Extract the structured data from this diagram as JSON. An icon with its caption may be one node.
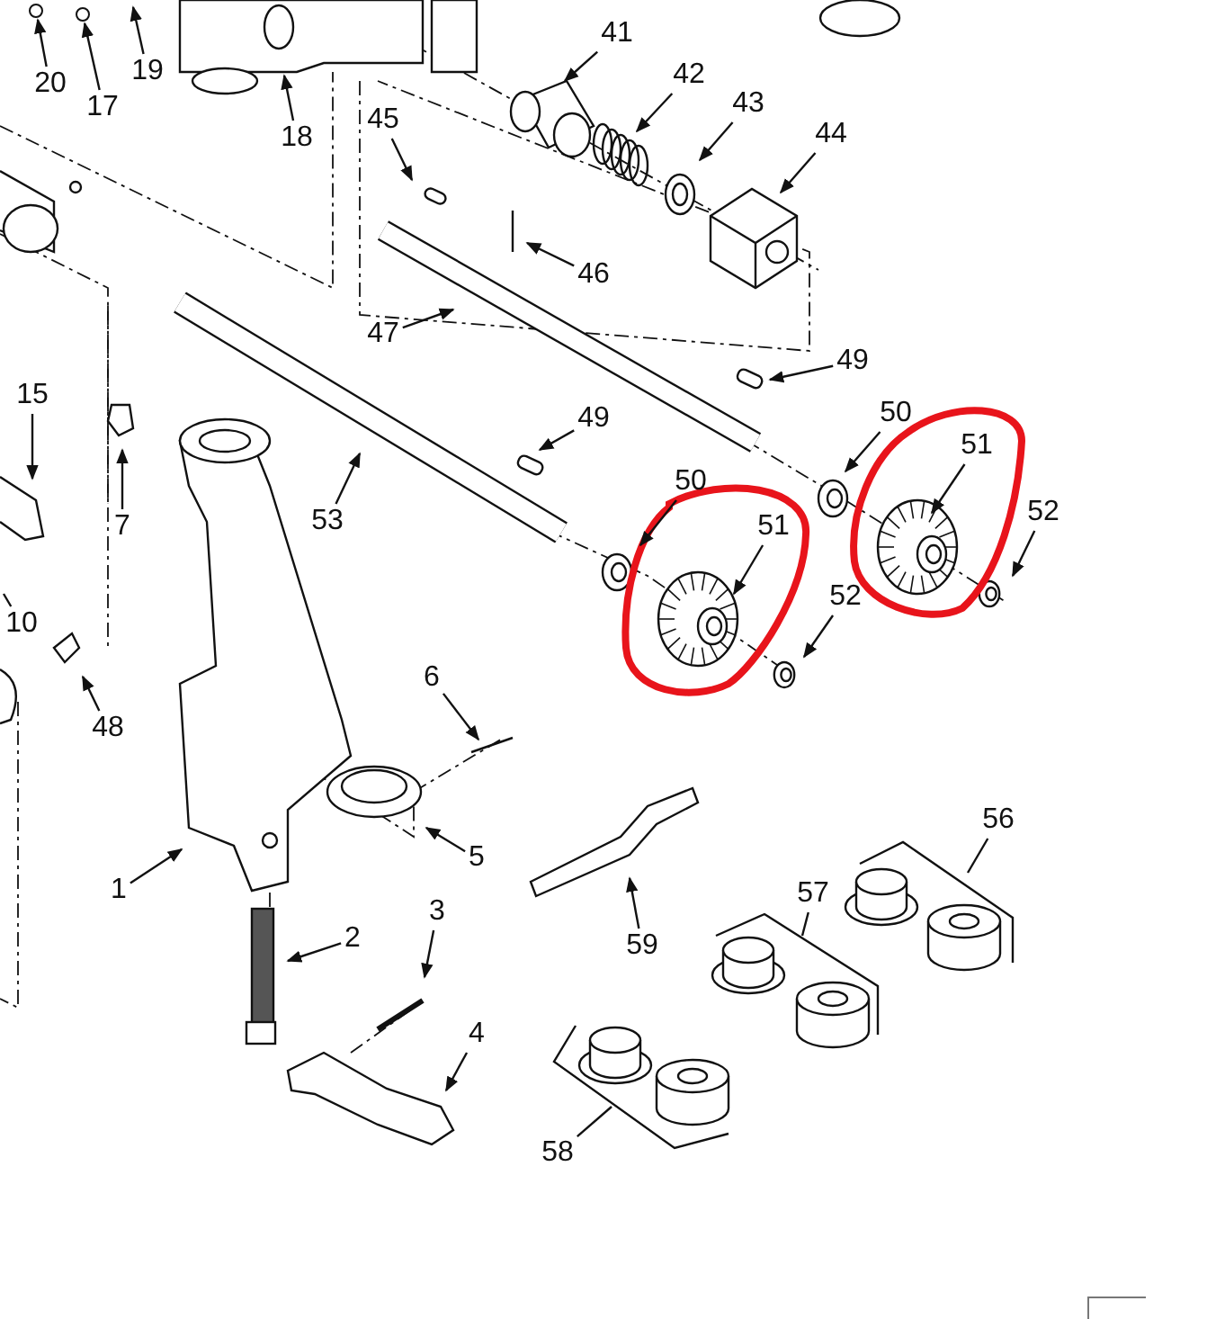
{
  "diagram": {
    "nodes": [
      {
        "text": [
          "20"
        ]
      },
      {
        "text": [
          "17"
        ]
      },
      {
        "text": [
          "19"
        ]
      },
      {
        "text": [
          "18"
        ]
      },
      {
        "text": [
          "41"
        ]
      },
      {
        "text": [
          "42"
        ]
      },
      {
        "text": [
          "43"
        ]
      },
      {
        "text": [
          "44"
        ]
      },
      {
        "text": [
          "45"
        ]
      },
      {
        "text": [
          "46"
        ]
      },
      {
        "text": [
          "47"
        ]
      },
      {
        "text": [
          "49"
        ]
      },
      {
        "text": [
          "15"
        ]
      },
      {
        "text": [
          "7"
        ]
      },
      {
        "text": [
          "53"
        ]
      },
      {
        "text": [
          "49"
        ]
      },
      {
        "text": [
          "50"
        ]
      },
      {
        "text": [
          "51"
        ]
      },
      {
        "text": [
          "52"
        ]
      },
      {
        "text": [
          "50"
        ]
      },
      {
        "text": [
          "51"
        ]
      },
      {
        "text": [
          "52"
        ]
      },
      {
        "text": [
          "10"
        ]
      },
      {
        "text": [
          "48"
        ]
      },
      {
        "text": [
          "6"
        ]
      },
      {
        "text": [
          "5"
        ]
      },
      {
        "text": [
          "1"
        ]
      },
      {
        "text": [
          "2"
        ]
      },
      {
        "text": [
          "3"
        ]
      },
      {
        "text": [
          "4"
        ]
      },
      {
        "text": [
          "59"
        ]
      },
      {
        "text": [
          "57"
        ]
      },
      {
        "text": [
          "56"
        ]
      },
      {
        "text": [
          "58"
        ]
      },
      {
        "text": [],
        "shape": "circle"
      },
      {
        "text": [],
        "shape": "circle"
      }
    ],
    "edges": [
      {
        "from": 0,
        "to": 34,
        "arrow": "to"
      },
      {
        "from": 1,
        "to": 35,
        "arrow": "to"
      },
      {
        "from": 2,
        "to": null,
        "arrow": "to"
      },
      {
        "from": 3,
        "to": null,
        "arrow": "to"
      },
      {
        "from": 4,
        "to": null,
        "arrow": "to"
      },
      {
        "from": 5,
        "to": null,
        "arrow": "to"
      },
      {
        "from": 6,
        "to": null,
        "arrow": "to"
      },
      {
        "from": 7,
        "to": null,
        "arrow": "to"
      },
      {
        "from": 8,
        "to": null,
        "arrow": "to"
      },
      {
        "from": 9,
        "to": null,
        "arrow": "to"
      },
      {
        "from": 10,
        "to": null,
        "arrow": "to"
      },
      {
        "from": 11,
        "to": null,
        "arrow": "to"
      },
      {
        "from": 12,
        "to": null,
        "arrow": "to"
      },
      {
        "from": 13,
        "to": null,
        "arrow": "to"
      },
      {
        "from": 14,
        "to": null,
        "arrow": "to"
      },
      {
        "from": 15,
        "to": null,
        "arrow": "to"
      },
      {
        "from": 16,
        "to": null,
        "arrow": "to"
      },
      {
        "from": 17,
        "to": null,
        "arrow": "to"
      },
      {
        "from": 18,
        "to": null,
        "arrow": "to"
      },
      {
        "from": 19,
        "to": null,
        "arrow": "to"
      },
      {
        "from": 20,
        "to": null,
        "arrow": "to"
      },
      {
        "from": 21,
        "to": null,
        "arrow": "to"
      },
      {
        "from": 22,
        "to": null,
        "arrow": "none"
      },
      {
        "from": 23,
        "to": null,
        "arrow": "to"
      },
      {
        "from": 24,
        "to": null,
        "arrow": "to"
      },
      {
        "from": 25,
        "to": null,
        "arrow": "to"
      },
      {
        "from": 26,
        "to": null,
        "arrow": "to"
      },
      {
        "from": 27,
        "to": null,
        "arrow": "to"
      },
      {
        "from": 28,
        "to": null,
        "arrow": "to"
      },
      {
        "from": 29,
        "to": null,
        "arrow": "to"
      },
      {
        "from": 30,
        "to": null,
        "arrow": "to"
      },
      {
        "from": 31,
        "to": null,
        "arrow": "none"
      },
      {
        "from": 32,
        "to": null,
        "arrow": "none"
      },
      {
        "from": 33,
        "to": null,
        "arrow": "none"
      }
    ]
  }
}
